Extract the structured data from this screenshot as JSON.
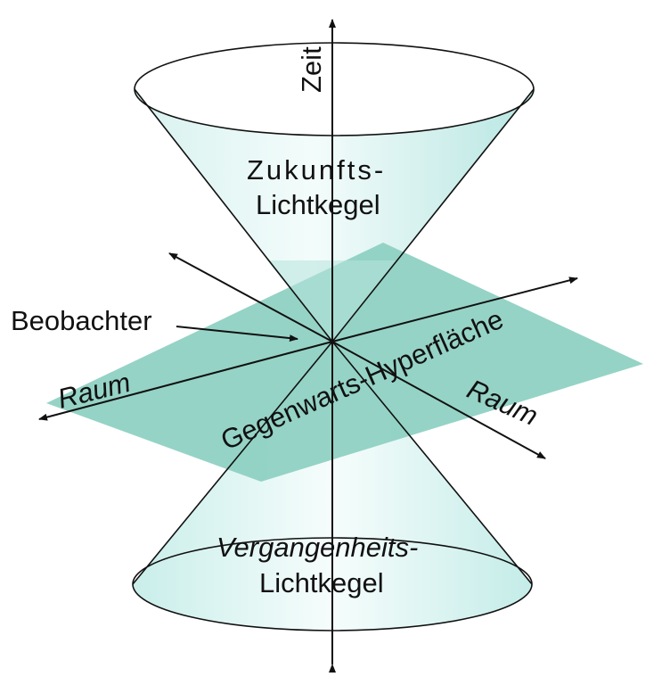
{
  "labels": {
    "time_axis": "Zeit",
    "future_cone_line1": "Zukunfts-",
    "future_cone_line2": "Lichtkegel",
    "observer": "Beobachter",
    "space_left": "Raum",
    "space_right": "Raum",
    "hypersurface": "Gegenwarts-Hyperfläche",
    "past_cone_line1": "Vergangenheits-",
    "past_cone_line2": "Lichtkegel"
  },
  "colors": {
    "plane_fill": "#8ccfc1",
    "cone_fill_light": "#f6fdfc",
    "cone_fill_dark": "#bfe9e6",
    "line": "#111111",
    "background": "#ffffff"
  }
}
